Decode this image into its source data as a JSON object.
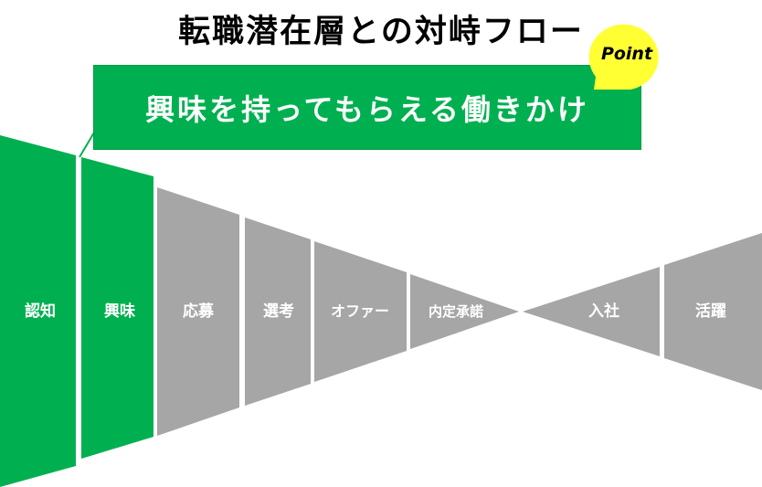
{
  "title": "転職潜在層との対峙フロー",
  "callout": {
    "text": "興味を持ってもらえる働きかけ"
  },
  "badge": {
    "text": "Point"
  },
  "colors": {
    "green": "#00b050",
    "gray": "#a6a6a6",
    "badge_yellow": "#ffff33"
  },
  "stages": [
    {
      "label": "認知",
      "highlight": true
    },
    {
      "label": "興味",
      "highlight": true
    },
    {
      "label": "応募",
      "highlight": false
    },
    {
      "label": "選考",
      "highlight": false
    },
    {
      "label": "オファー",
      "highlight": false
    },
    {
      "label": "内定承諾",
      "highlight": false
    },
    {
      "label": "入社",
      "highlight": false
    },
    {
      "label": "活躍",
      "highlight": false
    }
  ]
}
